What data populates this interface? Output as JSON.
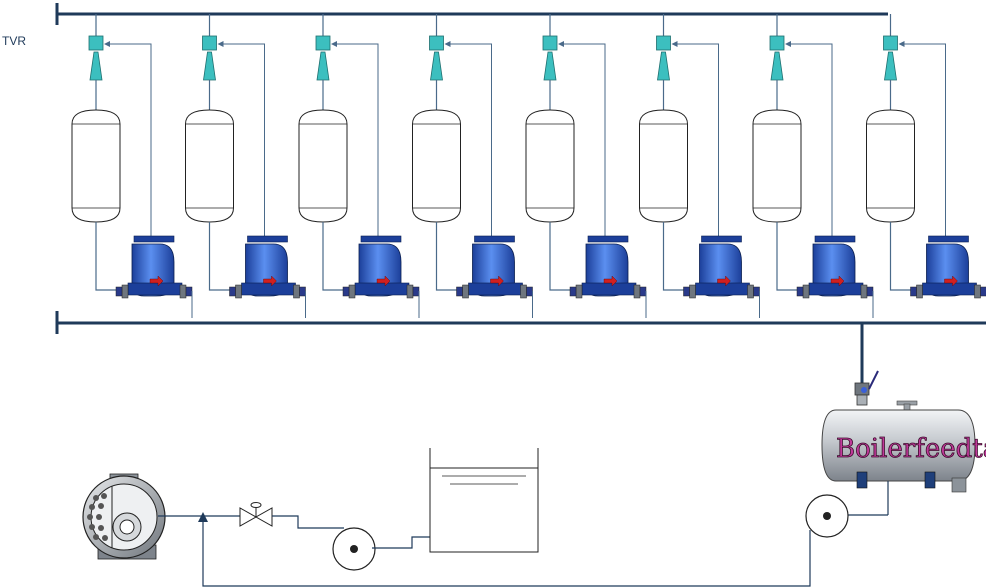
{
  "labels": {
    "tvr": "TVR",
    "feedtank": "Boilerfeedtank"
  },
  "units": {
    "trap_count": 8
  },
  "colors": {
    "header": "#1f3a5a",
    "line": "#4a6a8a",
    "valve_teal": "#3cbfbf",
    "trap_blue": "#3a6fd8",
    "trap_dark": "#1c3f9a",
    "arrow_red": "#d02020",
    "tank_silver": "#cfd3d8"
  }
}
